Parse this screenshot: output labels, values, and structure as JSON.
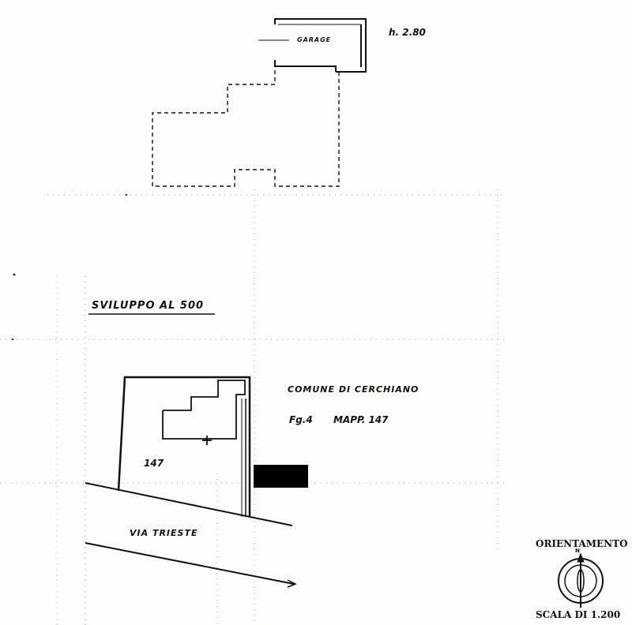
{
  "plan": {
    "height_note": "h. 2.80",
    "garage_label": "GARAGE",
    "section_title": "SVILUPPO AL 500",
    "comune": "COMUNE DI CERCHIANO",
    "foglio": "Fg.4",
    "mappale": "MAPP. 147",
    "parcel_number": "147",
    "street": "VIA TRIESTE",
    "orientation_label": "ORIENTAMENTO",
    "north_marker": "N",
    "scale_label": "SCALA DI 1.200"
  },
  "colors": {
    "ink": "#111111",
    "paper": "#fdfdfb",
    "redaction": "#000000"
  }
}
